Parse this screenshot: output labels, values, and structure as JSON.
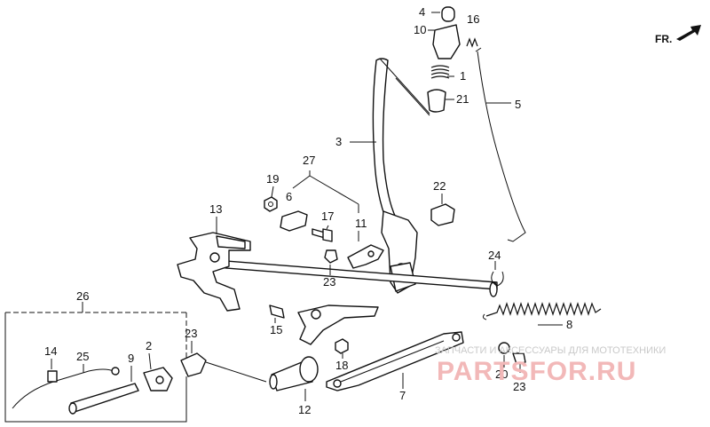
{
  "labels": {
    "n1": "1",
    "n2": "2",
    "n3": "3",
    "n4": "4",
    "n5": "5",
    "n6": "6",
    "n7": "7",
    "n8": "8",
    "n9": "9",
    "n10": "10",
    "n11": "11",
    "n12": "12",
    "n13": "13",
    "n14": "14",
    "n15": "15",
    "n16": "16",
    "n17": "17",
    "n18": "18",
    "n19": "19",
    "n20": "20",
    "n21": "21",
    "n22": "22",
    "n23a": "23",
    "n23b": "23",
    "n23c": "23",
    "n24": "24",
    "n25": "25",
    "n26": "26",
    "n27": "27"
  },
  "direction": {
    "label": "FR."
  },
  "watermark": {
    "caption": "ЗАПЧАСТИ И АКСЕССУАРЫ ДЛЯ МОТОТЕХНИКИ",
    "logo": "PARTSFOR.RU"
  }
}
